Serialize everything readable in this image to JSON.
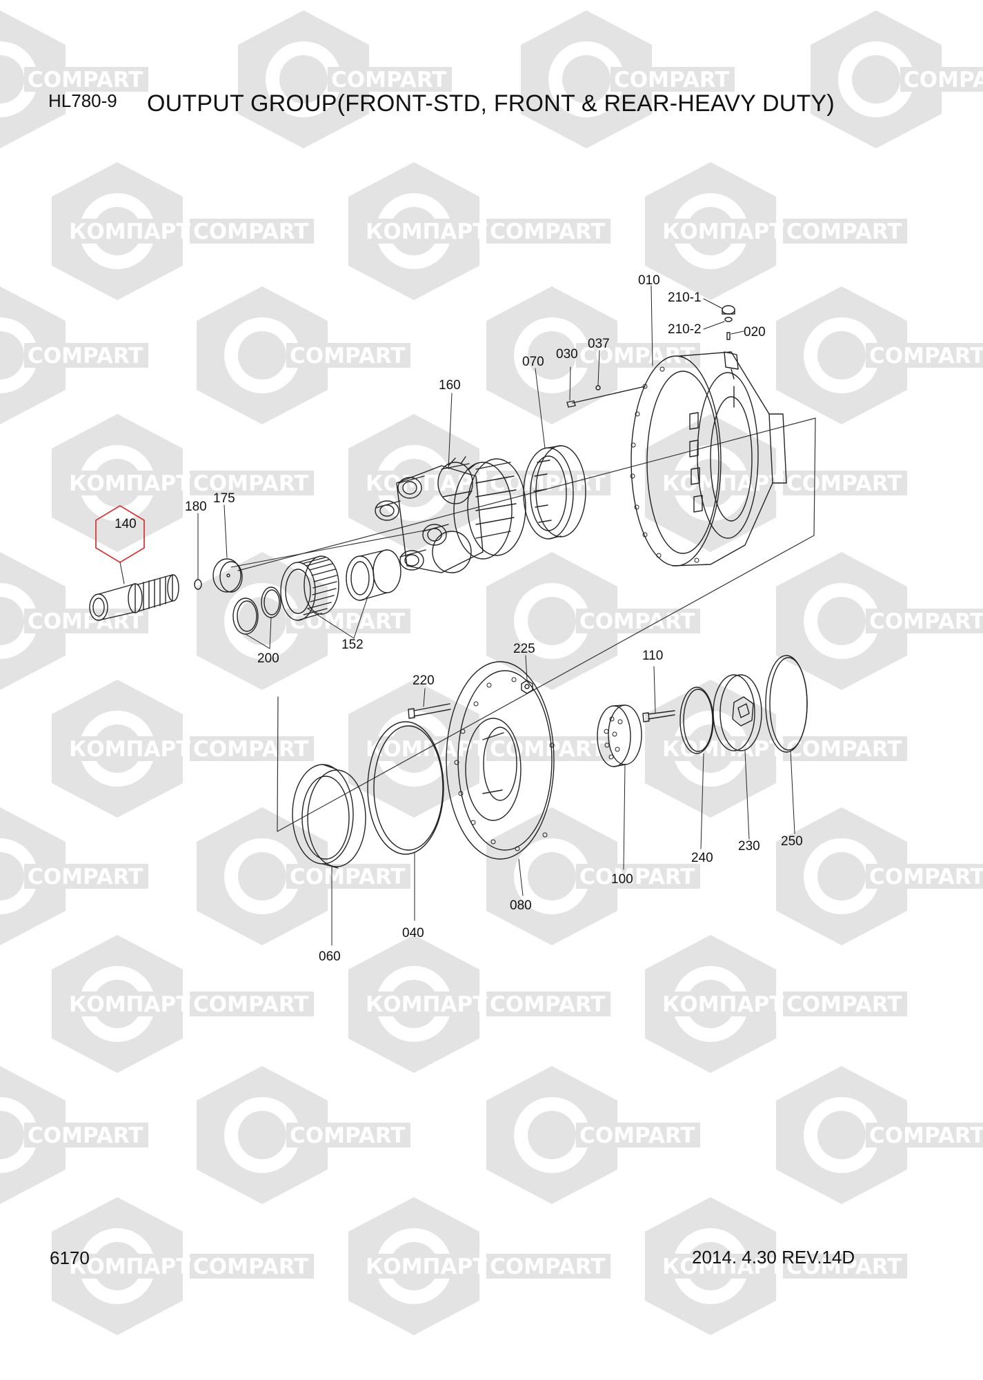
{
  "header": {
    "model": "HL780-9",
    "title": "OUTPUT GROUP(FRONT-STD, FRONT & REAR-HEAVY DUTY)"
  },
  "footer": {
    "page_number": "6170",
    "revision": "2014. 4.30  REV.14D"
  },
  "watermark": {
    "text_latin": "COMPART",
    "text_cyrillic": "КОМПАРТ",
    "color": "#e3e3e3"
  },
  "highlight_color": "#d23a3a",
  "callouts": {
    "c010": "010",
    "c210_1": "210-1",
    "c210_2": "210-2",
    "c020": "020",
    "c037": "037",
    "c030": "030",
    "c070": "070",
    "c160": "160",
    "c180": "180",
    "c175": "175",
    "c140": "140",
    "c200": "200",
    "c152": "152",
    "c225": "225",
    "c220": "220",
    "c110": "110",
    "c100": "100",
    "c240": "240",
    "c230": "230",
    "c250": "250",
    "c080": "080",
    "c040": "040",
    "c060": "060"
  }
}
